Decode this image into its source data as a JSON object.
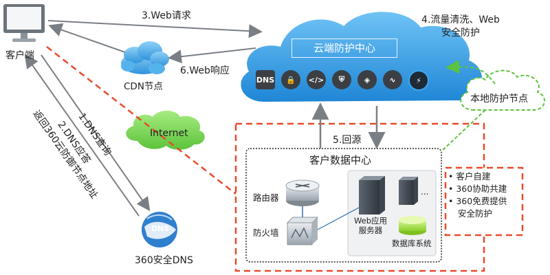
{
  "labels": {
    "client": "客户端",
    "step3": "3.Web请求",
    "step4_line1": "4.流量清洗、Web",
    "step4_line2": "安全防护",
    "cloud_center": "云端防护中心",
    "cdn": "CDN节点",
    "step6": "6.Web响应",
    "local_node": "本地防护节点",
    "internet": "Internet",
    "step1": "1.DNS查询",
    "step2": "2.DNS应答",
    "step2b": "返回360云防御节点地址",
    "step5": "5.回源",
    "datacenter": "客户数据中心",
    "router": "路由器",
    "firewall": "防火墙",
    "web_server": "Web应用\n服务器",
    "web_server_l1": "Web应用",
    "web_server_l2": "服务器",
    "db": "数据库系统",
    "ellipsis": "...",
    "dns_label": "360安全DNS",
    "dns_badge": "DNS"
  },
  "options": {
    "items": [
      {
        "text": "客户自建"
      },
      {
        "text": "360协助共建"
      },
      {
        "text": "360免费提供"
      }
    ],
    "last_cont": "安全防护"
  },
  "service_icons": [
    "dns-icon",
    "lock-icon",
    "code-icon",
    "virus-shield-icon",
    "shield-icon",
    "monitor-icon",
    "lightning-icon"
  ],
  "colors": {
    "cloud_blue": "#2e9be6",
    "cdn_blue": "#4aa9e8",
    "internet_green": "#7ed957",
    "red_dashed": "#e84a2a",
    "green_dashed": "#5cc33c",
    "arrow_gray": "#7a7f85"
  }
}
